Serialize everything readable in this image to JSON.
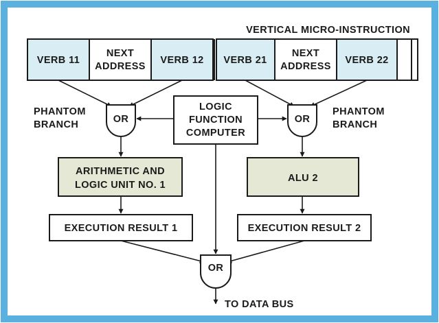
{
  "colors": {
    "frame": "#5ab0de",
    "line": "#1a1a1a",
    "cell_fill": "#d9eef4",
    "box_fill": "#e6e8d6",
    "white": "#ffffff"
  },
  "title": "VERTICAL MICRO-INSTRUCTION",
  "instruction_cells": [
    {
      "lines": [
        "VERB 11"
      ],
      "tinted": true
    },
    {
      "lines": [
        "NEXT",
        "ADDRESS"
      ],
      "tinted": false
    },
    {
      "lines": [
        "VERB 12"
      ],
      "tinted": true
    },
    {
      "lines": [
        "VERB 21"
      ],
      "tinted": true
    },
    {
      "lines": [
        "NEXT",
        "ADDRESS"
      ],
      "tinted": false
    },
    {
      "lines": [
        "VERB 22"
      ],
      "tinted": true
    }
  ],
  "or_label": "OR",
  "phantom_branch_left": [
    "PHANTOM",
    "BRANCH"
  ],
  "phantom_branch_right": [
    "PHANTOM",
    "BRANCH"
  ],
  "logic_function_computer": [
    "LOGIC",
    "FUNCTION",
    "COMPUTER"
  ],
  "alu1": [
    "ARITHMETIC AND",
    "LOGIC UNIT NO. 1"
  ],
  "alu2": [
    "ALU 2"
  ],
  "result1": "EXECUTION RESULT 1",
  "result2": "EXECUTION RESULT 2",
  "output": "TO DATA BUS"
}
